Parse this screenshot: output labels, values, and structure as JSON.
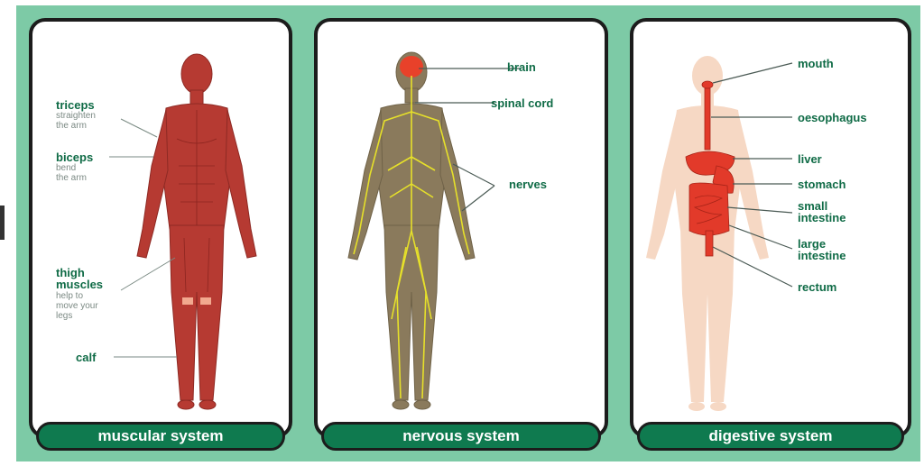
{
  "colors": {
    "board": "#7dcaa6",
    "footer": "#0f7a4f",
    "label": "#0f6b46",
    "muscle": "#b63a32",
    "nervous_body": "#8a7a5c",
    "nerves": "#e6e02a",
    "digestive_body": "#f6d8c4",
    "organs": "#e23a2a"
  },
  "muscular": {
    "title": "muscular system",
    "triceps": "triceps",
    "triceps_desc_1": "straighten",
    "triceps_desc_2": "the arm",
    "biceps": "biceps",
    "biceps_desc_1": "bend",
    "biceps_desc_2": "the arm",
    "thigh_1": "thigh",
    "thigh_2": "muscles",
    "thigh_desc_1": "help to",
    "thigh_desc_2": "move your",
    "thigh_desc_3": "legs",
    "calf": "calf"
  },
  "nervous": {
    "title": "nervous system",
    "brain": "brain",
    "spinal_cord": "spinal cord",
    "nerves": "nerves"
  },
  "digestive": {
    "title": "digestive system",
    "mouth": "mouth",
    "oesophagus": "oesophagus",
    "liver": "liver",
    "stomach": "stomach",
    "small_1": "small",
    "small_2": "intestine",
    "large_1": "large",
    "large_2": "intestine",
    "rectum": "rectum"
  }
}
